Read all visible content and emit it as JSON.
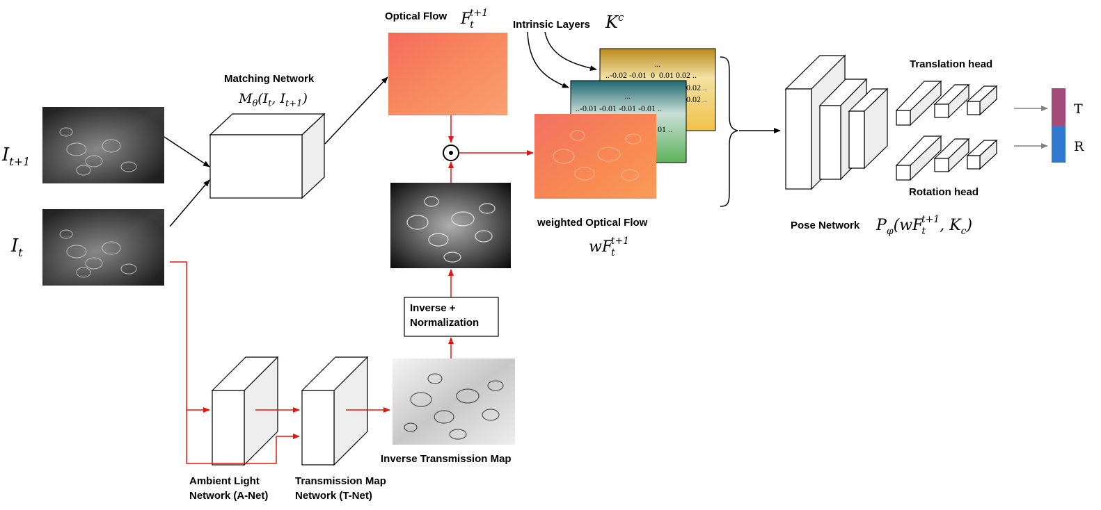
{
  "inputs": {
    "frame_next": {
      "symbol": "I",
      "sub": "t+1"
    },
    "frame_curr": {
      "symbol": "I",
      "sub": "t"
    }
  },
  "matching_network": {
    "label": "Matching Network",
    "formula": {
      "fn": "M",
      "fn_sub": "θ",
      "args": "(I",
      "a1": "t",
      "mid": ", I",
      "a2": "t+1",
      "end": ")"
    }
  },
  "optical_flow": {
    "label": "Optical Flow",
    "symbol": "F",
    "sub": "t",
    "sup": "t+1"
  },
  "hadamard_symbol": "⊙",
  "intrinsic_layers": {
    "label": "Intrinsic Layers",
    "symbol": "K",
    "sup": "c",
    "layer_back": {
      "dots": "...",
      "row1": "..-0.02 -0.01  0  0.01 0.02 ..",
      "row2": "0.02 ..",
      "row3": "0.02 .."
    },
    "layer_mid": {
      "dots": "...",
      "row1": "..-0.01 -0.01 -0.01 -0.01 ..",
      "row2": "01 .."
    }
  },
  "weighted_flow": {
    "label": "weighted Optical Flow",
    "symbol": "wF",
    "sub": "t",
    "sup": "t+1"
  },
  "inverse_box": {
    "line1": "Inverse +",
    "line2": "Normalization"
  },
  "inverse_transmission": {
    "label": "Inverse Transmission Map"
  },
  "a_net": {
    "line1": "Ambient Light",
    "line2": "Network (A-Net)"
  },
  "t_net": {
    "line1": "Transmission Map",
    "line2": "Network (T-Net)"
  },
  "pose_network": {
    "label": "Pose Network",
    "formula": {
      "fn": "P",
      "fn_sub": "φ",
      "open": "(wF",
      "s1_sub": "t",
      "s1_sup": "t+1",
      "mid": ", K",
      "k_sub": "c",
      "close": ")"
    }
  },
  "heads": {
    "translation": "Translation head",
    "rotation": "Rotation head"
  },
  "outputs": {
    "t": "T",
    "r": "R"
  },
  "colors": {
    "red_arrow": "#e8150f",
    "black_arrow": "#000000",
    "gray_arrow": "#808080",
    "out_t": "#a54b78",
    "out_r": "#2f78d0",
    "flow_orange": "#f7855a"
  }
}
